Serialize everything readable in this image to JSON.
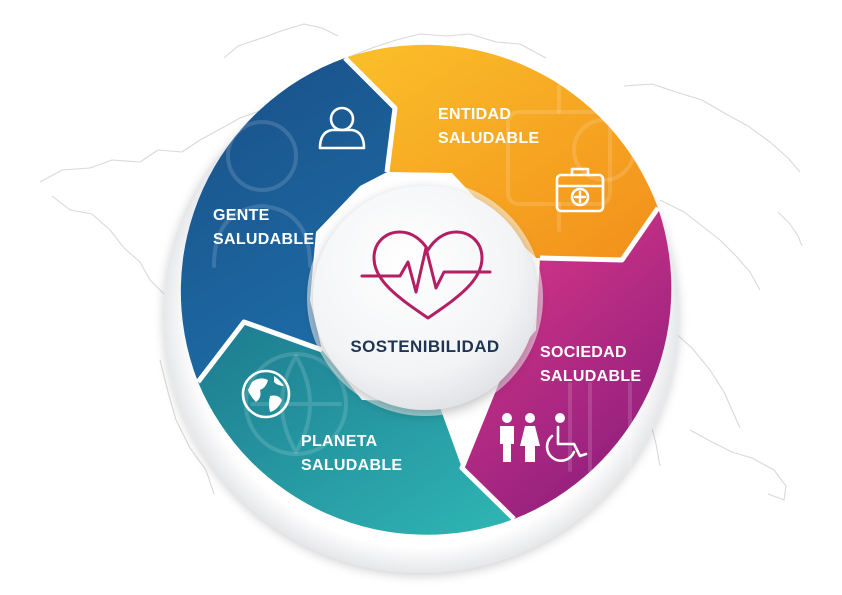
{
  "center": {
    "label": "SOSTENIBILIDAD",
    "icon": "heart-pulse-icon",
    "text_color": "#1f3553",
    "icon_color": "#b41e62"
  },
  "segments": [
    {
      "key": "entidad",
      "line1": "ENTIDAD",
      "line2": "SALUDABLE",
      "icon": "medical-kit-icon",
      "colors": [
        "#fbc02a",
        "#f28f1b"
      ]
    },
    {
      "key": "sociedad",
      "line1": "SOCIEDAD",
      "line2": "SALUDABLE",
      "icon": "people-accessibility-icon",
      "colors": [
        "#e2398a",
        "#8f1f7d"
      ]
    },
    {
      "key": "planeta",
      "line1": "PLANETA",
      "line2": "SALUDABLE",
      "icon": "globe-icon",
      "colors": [
        "#1d7a8f",
        "#2fb6b4"
      ]
    },
    {
      "key": "gente",
      "line1": "GENTE",
      "line2": "SALUDABLE",
      "icon": "user-icon",
      "colors": [
        "#1a4f86",
        "#1d6ba6"
      ]
    }
  ]
}
